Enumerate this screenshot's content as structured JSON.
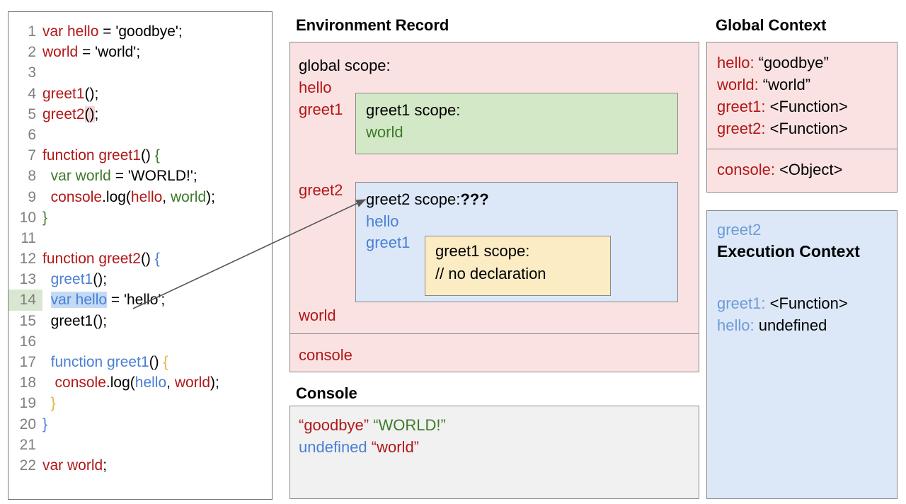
{
  "editor": {
    "lines": [
      {
        "n": "1",
        "segments": [
          {
            "t": "var hello",
            "c": "red"
          },
          {
            "t": " = 'goodbye';",
            "c": "black"
          }
        ]
      },
      {
        "n": "2",
        "segments": [
          {
            "t": "world",
            "c": "red"
          },
          {
            "t": " = 'world';",
            "c": "black"
          }
        ]
      },
      {
        "n": "3",
        "segments": []
      },
      {
        "n": "4",
        "segments": [
          {
            "t": "greet1",
            "c": "red"
          },
          {
            "t": "();",
            "c": "black"
          }
        ]
      },
      {
        "n": "5",
        "segments": [
          {
            "t": "greet2",
            "c": "red"
          },
          {
            "t": "()",
            "c": "black",
            "hl": "pink"
          },
          {
            "t": ";",
            "c": "black"
          }
        ]
      },
      {
        "n": "6",
        "segments": []
      },
      {
        "n": "7",
        "segments": [
          {
            "t": "function greet1",
            "c": "red"
          },
          {
            "t": "() ",
            "c": "black"
          },
          {
            "t": "{",
            "c": "green"
          }
        ]
      },
      {
        "n": "8",
        "segments": [
          {
            "t": "  ",
            "c": "black"
          },
          {
            "t": "var world",
            "c": "green"
          },
          {
            "t": " = 'WORLD!';",
            "c": "black"
          }
        ]
      },
      {
        "n": "9",
        "segments": [
          {
            "t": "  ",
            "c": "black"
          },
          {
            "t": "console",
            "c": "red"
          },
          {
            "t": ".log(",
            "c": "black"
          },
          {
            "t": "hello",
            "c": "red"
          },
          {
            "t": ", ",
            "c": "black"
          },
          {
            "t": "world",
            "c": "green"
          },
          {
            "t": ");",
            "c": "black"
          }
        ]
      },
      {
        "n": "10",
        "segments": [
          {
            "t": "}",
            "c": "green"
          }
        ]
      },
      {
        "n": "11",
        "segments": []
      },
      {
        "n": "12",
        "segments": [
          {
            "t": "function greet2",
            "c": "red"
          },
          {
            "t": "() ",
            "c": "black"
          },
          {
            "t": "{",
            "c": "blue"
          }
        ]
      },
      {
        "n": "13",
        "segments": [
          {
            "t": "  ",
            "c": "black"
          },
          {
            "t": "greet1",
            "c": "blue"
          },
          {
            "t": "();",
            "c": "black"
          }
        ]
      },
      {
        "n": "14",
        "segments": [
          {
            "t": "  ",
            "c": "black"
          },
          {
            "t": "var hello",
            "c": "blue",
            "hl": "blue"
          },
          {
            "t": " = 'hello';",
            "c": "black"
          }
        ],
        "lineHighlight": true
      },
      {
        "n": "15",
        "segments": [
          {
            "t": "  greet1();",
            "c": "black"
          }
        ]
      },
      {
        "n": "16",
        "segments": []
      },
      {
        "n": "17",
        "segments": [
          {
            "t": "  ",
            "c": "black"
          },
          {
            "t": "function greet1",
            "c": "blue"
          },
          {
            "t": "() ",
            "c": "black"
          },
          {
            "t": "{",
            "c": "amber"
          }
        ]
      },
      {
        "n": "18",
        "segments": [
          {
            "t": "   ",
            "c": "black"
          },
          {
            "t": "console",
            "c": "red"
          },
          {
            "t": ".log(",
            "c": "black"
          },
          {
            "t": "hello",
            "c": "blue"
          },
          {
            "t": ", ",
            "c": "black"
          },
          {
            "t": "world",
            "c": "red"
          },
          {
            "t": ");",
            "c": "black"
          }
        ]
      },
      {
        "n": "19",
        "segments": [
          {
            "t": "  ",
            "c": "black"
          },
          {
            "t": "}",
            "c": "amber"
          }
        ]
      },
      {
        "n": "20",
        "segments": [
          {
            "t": "}",
            "c": "blue"
          }
        ]
      },
      {
        "n": "21",
        "segments": []
      },
      {
        "n": "22",
        "segments": [
          {
            "t": "var world",
            "c": "red"
          },
          {
            "t": ";",
            "c": "black"
          }
        ]
      }
    ]
  },
  "environment_record": {
    "title": "Environment Record",
    "global_scope_label": "global scope:",
    "global_vars_top": [
      "hello",
      "greet1"
    ],
    "greet2_var_label": "greet2",
    "world_var_label": "world",
    "console_var_label": "console",
    "greet1_scope": {
      "head": "greet1 scope:",
      "vars": [
        "world"
      ]
    },
    "greet2_scope": {
      "head": "greet2 scope:",
      "head_suffix": "???",
      "vars": [
        "hello",
        "greet1"
      ],
      "inner": {
        "head": "greet1 scope:",
        "note": "// no declaration"
      }
    }
  },
  "console": {
    "title": "Console",
    "lines": [
      [
        {
          "t": "“goodbye”",
          "c": "#b11717"
        },
        {
          "t": " ",
          "c": "#000000"
        },
        {
          "t": "“WORLD!”",
          "c": "#3f7a2a"
        }
      ],
      [
        {
          "t": "undefined",
          "c": "#4a7fd4"
        },
        {
          "t": " ",
          "c": "#000000"
        },
        {
          "t": "“world”",
          "c": "#b11717"
        }
      ]
    ]
  },
  "global_context": {
    "title": "Global Context",
    "entries": [
      {
        "key": "hello",
        "value": "“goodbye”"
      },
      {
        "key": "world",
        "value": "“world”"
      },
      {
        "key": "greet1",
        "value": "<Function>"
      },
      {
        "key": "greet2",
        "value": "<Function>"
      }
    ],
    "below_divider": [
      {
        "key": "console",
        "value": "<Object>"
      }
    ]
  },
  "execution_context": {
    "name": "greet2",
    "title": "Execution Context",
    "entries": [
      {
        "key": "greet1",
        "value": "<Function>"
      },
      {
        "key": "hello",
        "value": "undefined"
      }
    ]
  },
  "annotation": {
    "arrow_name": "pointer-arrow-line14-to-greet2-scope"
  },
  "colors": {
    "red": "#b11717",
    "green": "#3f7a2a",
    "blue": "#4a7fd4",
    "amber": "#e0b44c",
    "pink_panel": "#fbe2e2",
    "green_panel": "#d3e8c6",
    "blue_panel": "#dce8f8",
    "yellow_panel": "#fcecc4",
    "console_panel": "#f1f1f1",
    "border": "#8a8a8a"
  }
}
